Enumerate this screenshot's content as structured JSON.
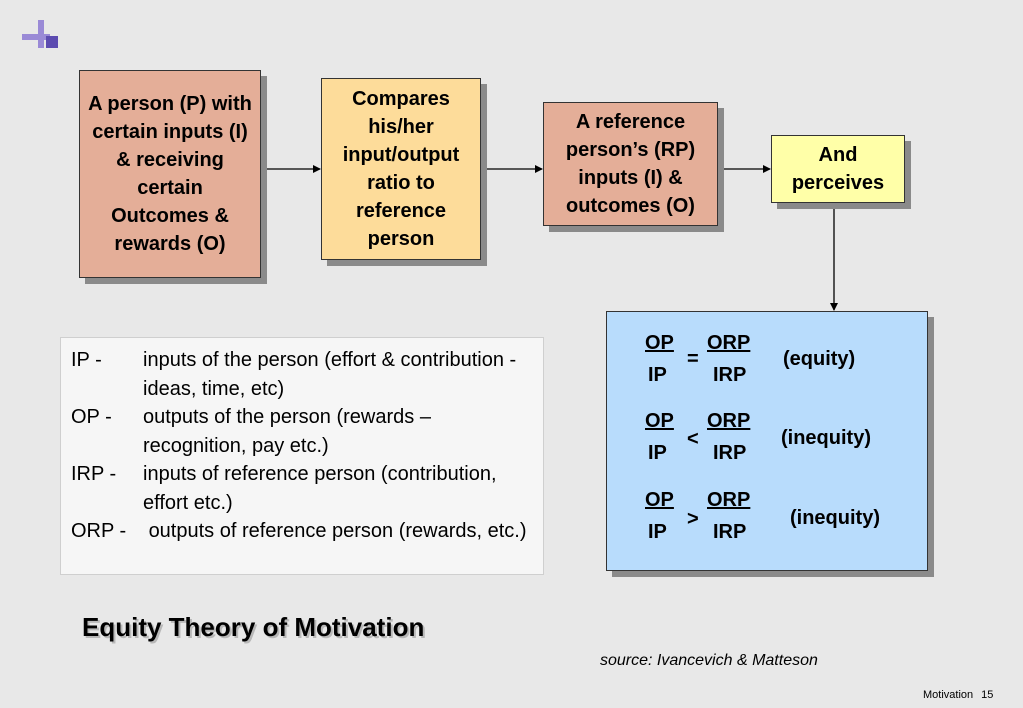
{
  "boxes": {
    "person": "A person (P) with certain inputs (I) & receiving certain Outcomes & rewards (O)",
    "compares": "Compares his/her input/output ratio to reference person",
    "reference": "A reference person’s (RP) inputs (I) & outcomes (O)",
    "perceives": "And perceives"
  },
  "equations": [
    {
      "op": "OP",
      "ip": "IP",
      "sign": "=",
      "orp": "ORP",
      "irp": "IRP",
      "result": "(equity)"
    },
    {
      "op": "OP",
      "ip": "IP",
      "sign": "<",
      "orp": "ORP",
      "irp": "IRP",
      "result": "(inequity)"
    },
    {
      "op": "OP",
      "ip": "IP",
      "sign": ">",
      "orp": "ORP",
      "irp": "IRP",
      "result": "(inequity)"
    }
  ],
  "legend": [
    {
      "abbr": "IP -",
      "def": "inputs of the person (effort & contribution - ideas, time, etc)"
    },
    {
      "abbr": "OP -",
      "def": "outputs of the person (rewards – recognition, pay etc.)"
    },
    {
      "abbr": "IRP -",
      "def": "inputs of reference person (contribution, effort etc.)"
    },
    {
      "abbr": "ORP -",
      "def": " outputs of reference person (rewards, etc.)"
    }
  ],
  "title": "Equity Theory of Motivation",
  "source": "source: Ivancevich & Matteson",
  "footer": {
    "label": "Motivation",
    "page": "15"
  },
  "colors": {
    "person_box": "#e4ae98",
    "compares_box": "#fddc9a",
    "reference_box": "#e4ae98",
    "perceives_box": "#ffffa8",
    "equation_box": "#b8dcfc",
    "background": "#e8e8e8"
  }
}
